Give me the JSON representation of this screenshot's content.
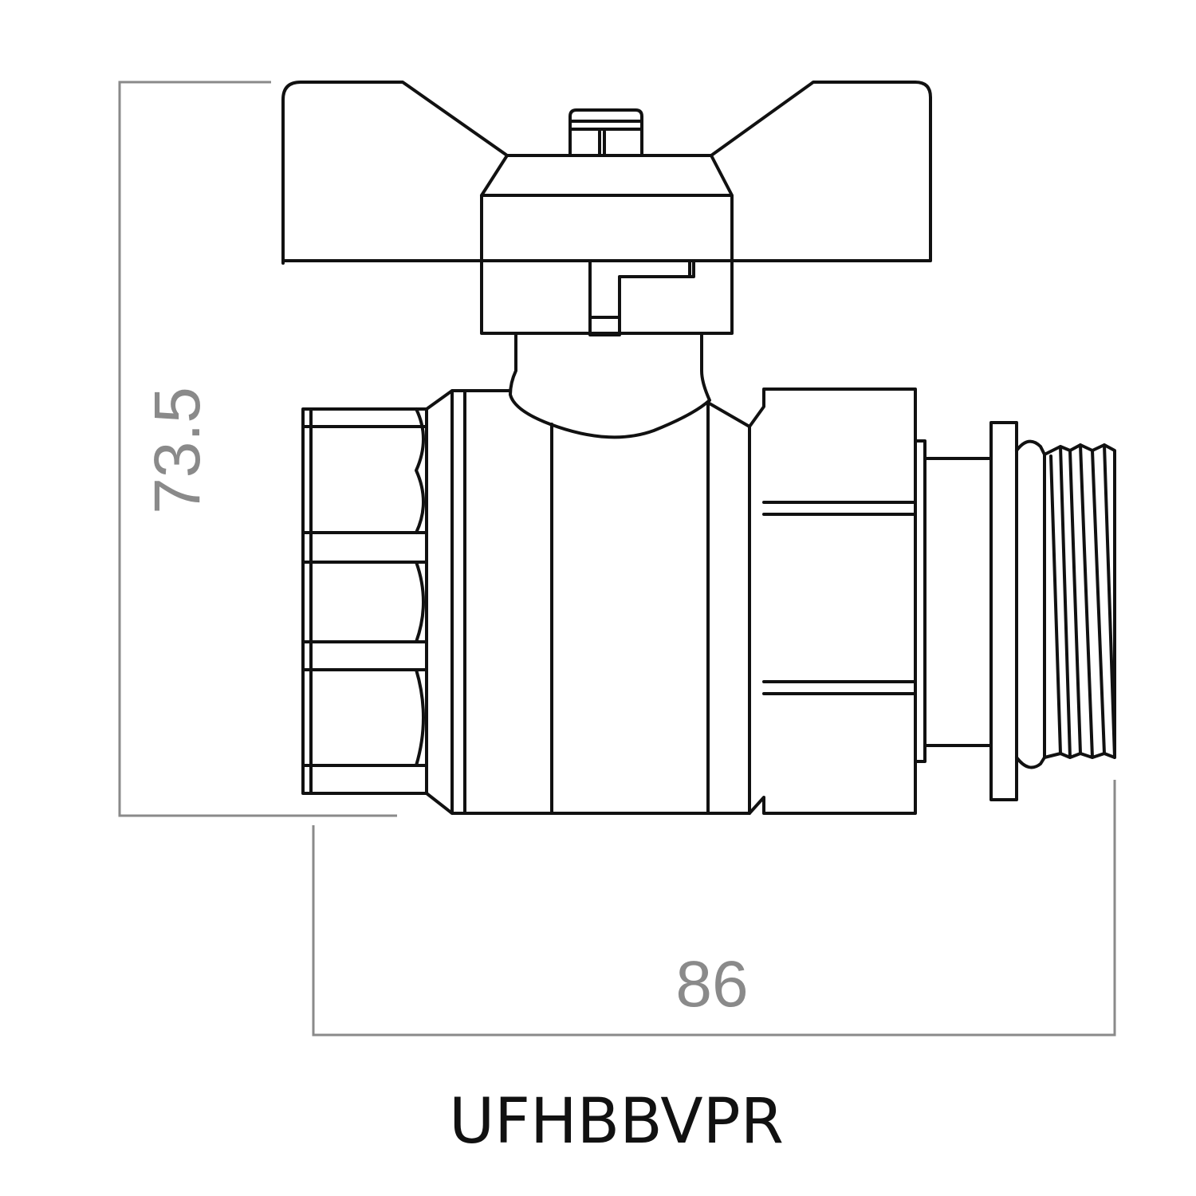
{
  "drawing": {
    "product_code": "UFHBBVPR",
    "height_dimension": "73.5",
    "length_dimension": "86",
    "line_color": "#111111",
    "dimension_color": "#8a8a8a"
  }
}
